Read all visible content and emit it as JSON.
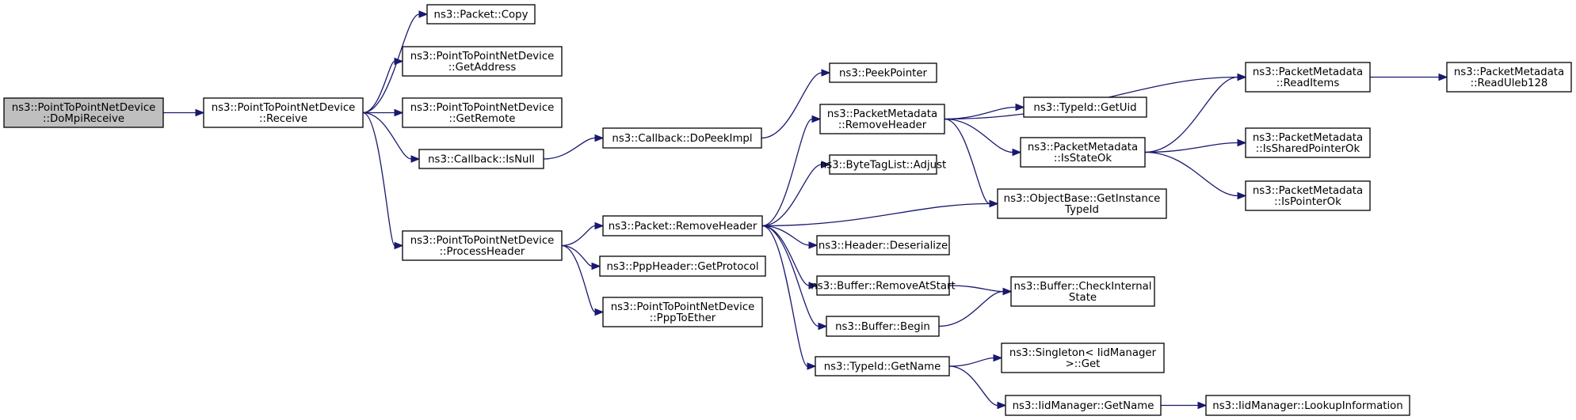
{
  "graph": {
    "nodes": [
      {
        "id": "domp",
        "lines": [
          "ns3::PointToPointNetDevice",
          "::DoMpiReceive"
        ]
      },
      {
        "id": "recv",
        "lines": [
          "ns3::PointToPointNetDevice",
          "::Receive"
        ]
      },
      {
        "id": "copy",
        "lines": [
          "ns3::Packet::Copy"
        ]
      },
      {
        "id": "getaddr",
        "lines": [
          "ns3::PointToPointNetDevice",
          "::GetAddress"
        ]
      },
      {
        "id": "getremote",
        "lines": [
          "ns3::PointToPointNetDevice",
          "::GetRemote"
        ]
      },
      {
        "id": "isnull",
        "lines": [
          "ns3::Callback::IsNull"
        ]
      },
      {
        "id": "prochdr",
        "lines": [
          "ns3::PointToPointNetDevice",
          "::ProcessHeader"
        ]
      },
      {
        "id": "dopeek",
        "lines": [
          "ns3::Callback::DoPeekImpl"
        ]
      },
      {
        "id": "peekptr",
        "lines": [
          "ns3::PeekPointer"
        ]
      },
      {
        "id": "pktremhdr",
        "lines": [
          "ns3::Packet::RemoveHeader"
        ]
      },
      {
        "id": "getproto",
        "lines": [
          "ns3::PppHeader::GetProtocol"
        ]
      },
      {
        "id": "ppptoether",
        "lines": [
          "ns3::PointToPointNetDevice",
          "::PppToEther"
        ]
      },
      {
        "id": "pmremhdr",
        "lines": [
          "ns3::PacketMetadata",
          "::RemoveHeader"
        ]
      },
      {
        "id": "btladjust",
        "lines": [
          "ns3::ByteTagList::Adjust"
        ]
      },
      {
        "id": "hdrdeser",
        "lines": [
          "ns3::Header::Deserialize"
        ]
      },
      {
        "id": "bufremstart",
        "lines": [
          "ns3::Buffer::RemoveAtStart"
        ]
      },
      {
        "id": "bufbegin",
        "lines": [
          "ns3::Buffer::Begin"
        ]
      },
      {
        "id": "tidgetname",
        "lines": [
          "ns3::TypeId::GetName"
        ]
      },
      {
        "id": "tidgetuid",
        "lines": [
          "ns3::TypeId::GetUid"
        ]
      },
      {
        "id": "isstateok",
        "lines": [
          "ns3::PacketMetadata",
          "::IsStateOk"
        ]
      },
      {
        "id": "getinsttid",
        "lines": [
          "ns3::ObjectBase::GetInstance",
          "TypeId"
        ]
      },
      {
        "id": "bufcheck",
        "lines": [
          "ns3::Buffer::CheckInternal",
          "State"
        ]
      },
      {
        "id": "singleton",
        "lines": [
          "ns3::Singleton< IidManager",
          " >::Get"
        ]
      },
      {
        "id": "iidgetname",
        "lines": [
          "ns3::IidManager::GetName"
        ]
      },
      {
        "id": "readitems",
        "lines": [
          "ns3::PacketMetadata",
          "::ReadItems"
        ]
      },
      {
        "id": "issharedok",
        "lines": [
          "ns3::PacketMetadata",
          "::IsSharedPointerOk"
        ]
      },
      {
        "id": "isptrok",
        "lines": [
          "ns3::PacketMetadata",
          "::IsPointerOk"
        ]
      },
      {
        "id": "readuleb",
        "lines": [
          "ns3::PacketMetadata",
          "::ReadUleb128"
        ]
      },
      {
        "id": "lookupinfo",
        "lines": [
          "ns3::IidManager::LookupInformation"
        ]
      }
    ]
  }
}
